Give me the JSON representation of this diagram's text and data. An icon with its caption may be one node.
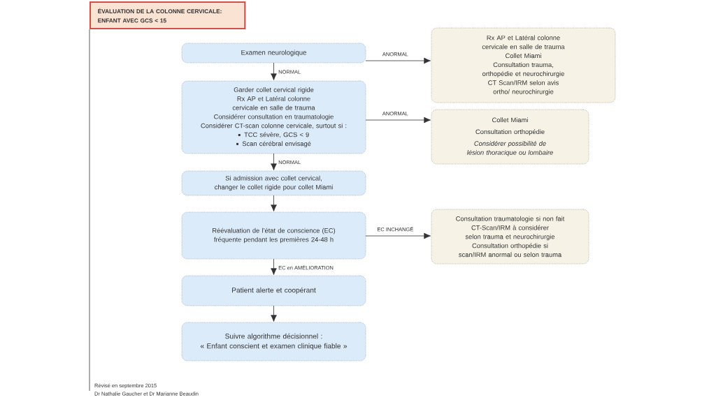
{
  "diagram": {
    "title": "ÉVALUATION DE LA COLONNE CERVICALE: ENFANT AVEC GCS < 15",
    "nodes": [
      {
        "text": [
          "Examen neurologique"
        ]
      },
      {
        "text": [
          "Garder collet cervical rigide",
          "Rx AP et Latéral colonne cervicale en salle de trauma",
          "Considérer consultation en traumatologie",
          "Considérer CT-scan colonne cervicale, surtout si :",
          "TCC sévère, GCS < 9",
          "Scan cérébral envisagé"
        ]
      },
      {
        "text": [
          "Si admission avec collet cervical, changer le collet rigide pour collet Miami"
        ]
      },
      {
        "text": [
          "Réévaluation de l’état de conscience (EC) fréquente pendant les premières 24-48 h"
        ]
      },
      {
        "text": [
          "Patient alerte et coopérant"
        ]
      },
      {
        "text": [
          "Suivre algorithme décisionnel :",
          "« Enfant conscient et examen clinique fiable »"
        ]
      },
      {
        "text": [
          "Rx AP et Latéral colonne cervicale en salle de trauma",
          "Collet Miami",
          "Consultation trauma, orthopédie et neurochirurgie",
          "CT Scan/IRM selon avis ortho/ neurochirurgie"
        ]
      },
      {
        "text": [
          "Collet Miami",
          "Consultation orthopédie",
          "Considérer possibilité de lésion thoracique ou lombaire"
        ]
      },
      {
        "text": [
          "Consultation traumatologie si non fait",
          "CT-Scan/IRM à considérer selon trauma et neurochirurgie",
          "Consultation orthopédie si scan/IRM anormal ou selon trauma"
        ]
      }
    ],
    "edges": [
      {
        "from": 0,
        "to": 6,
        "arrow": "to",
        "label": "ANORMAL"
      },
      {
        "from": 0,
        "to": 1,
        "arrow": "to",
        "label": "NORMAL"
      },
      {
        "from": 1,
        "to": 7,
        "arrow": "to",
        "label": "ANORMAL"
      },
      {
        "from": 1,
        "to": 2,
        "arrow": "to",
        "label": "NORMAL"
      },
      {
        "from": 2,
        "to": 3,
        "arrow": "to"
      },
      {
        "from": 3,
        "to": 8,
        "arrow": "to",
        "label": "EC INCHANGÉ"
      },
      {
        "from": 3,
        "to": 4,
        "arrow": "to",
        "label": "EC en AMÉLIORATION"
      },
      {
        "from": 4,
        "to": 5,
        "arrow": "to"
      }
    ],
    "labels": [
      "Révisé en septembre 2015",
      "Dr Nathalie Gaucher et Dr Marianne Beaudin"
    ]
  }
}
